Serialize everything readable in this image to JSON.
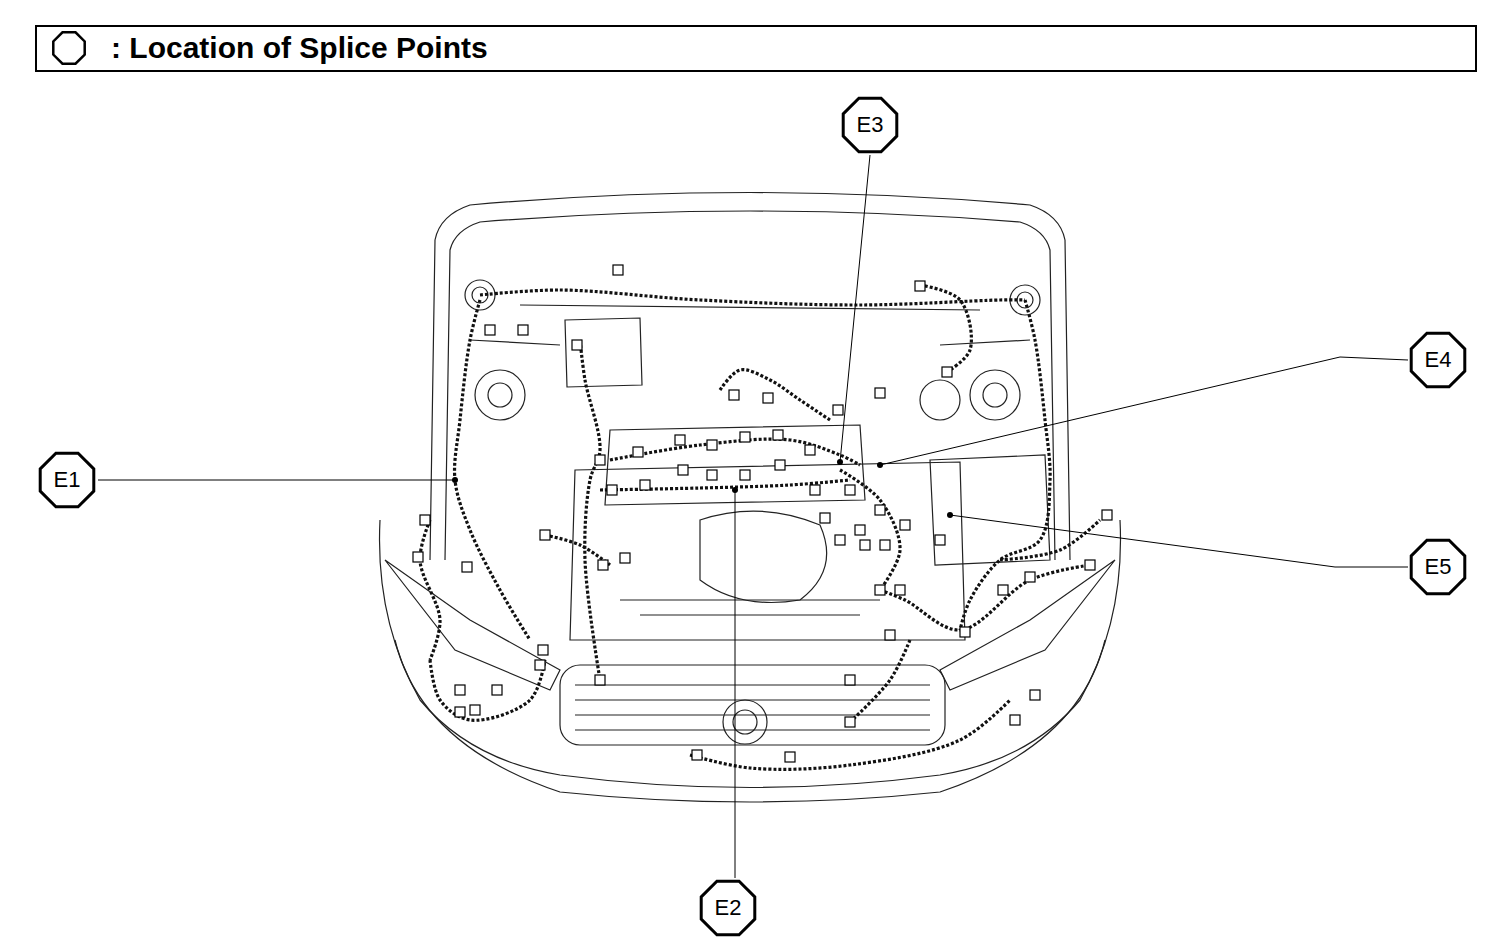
{
  "diagram": {
    "title": ": Location of Splice Points",
    "nodes": [
      {
        "text": [
          "E3"
        ]
      },
      {
        "text": [
          "E4"
        ]
      },
      {
        "text": [
          "E1"
        ]
      },
      {
        "text": [
          "E5"
        ]
      },
      {
        "text": [
          "E2"
        ]
      }
    ],
    "edges": []
  }
}
